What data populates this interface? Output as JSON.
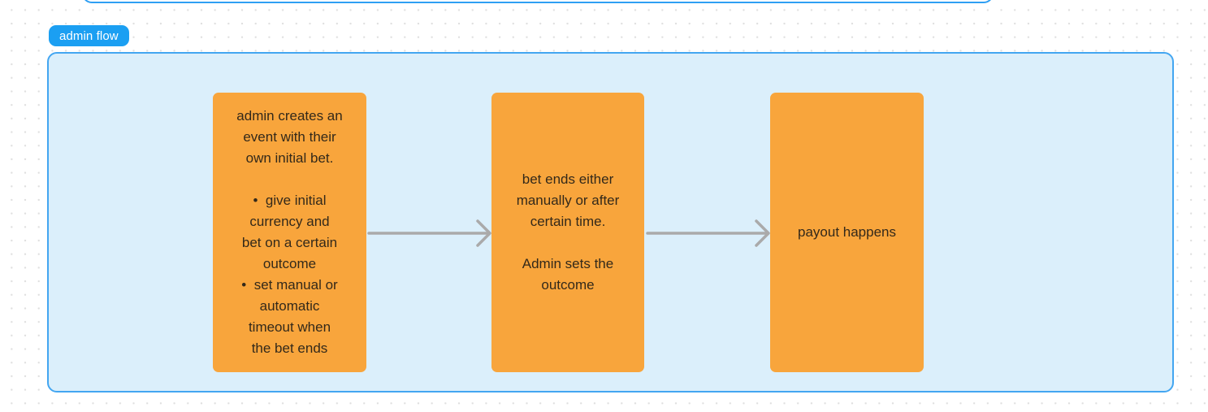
{
  "canvas": {
    "background_color": "#ffffff",
    "grid_dot_color": "#dfdfdf"
  },
  "frame": {
    "label": "admin flow",
    "label_bg_color": "#1b9ff2",
    "label_text_color": "#ffffff",
    "fill_color": "#dbeffb",
    "border_color": "#43a6f1"
  },
  "offscreen_frame": {
    "fill_color": "#ffffff",
    "border_color": "#2f9ff3"
  },
  "nodes": [
    {
      "id": "step-1",
      "fill_color": "#f8a53c",
      "text_color": "#33291a",
      "lines": [
        "admin creates an",
        "event with their",
        "own initial bet.",
        "",
        "•  give initial",
        "currency and",
        "bet on a certain",
        "outcome",
        "•  set manual or",
        "automatic",
        "timeout when",
        "the bet ends"
      ]
    },
    {
      "id": "step-2",
      "fill_color": "#f8a53c",
      "text_color": "#33291a",
      "lines": [
        "bet ends either",
        "manually or after",
        "certain time.",
        "",
        "Admin sets the",
        "outcome"
      ]
    },
    {
      "id": "step-3",
      "fill_color": "#f8a53c",
      "text_color": "#33291a",
      "lines": [
        "payout happens"
      ]
    }
  ],
  "arrows": {
    "color": "#aaaaaa",
    "items": [
      {
        "from": "step-1",
        "to": "step-2"
      },
      {
        "from": "step-2",
        "to": "step-3"
      }
    ]
  }
}
